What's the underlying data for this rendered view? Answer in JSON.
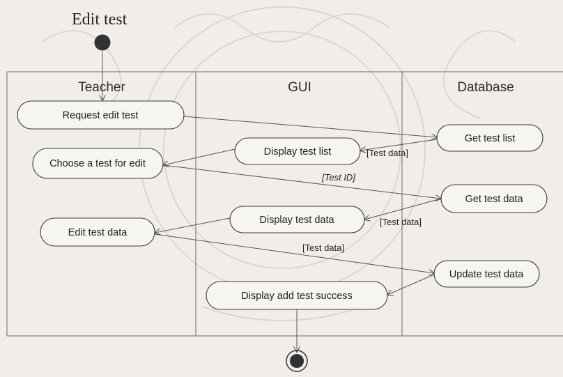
{
  "diagram": {
    "title": "Edit test",
    "lanes": {
      "teacher": "Teacher",
      "gui": "GUI",
      "database": "Database"
    },
    "nodes": {
      "request_edit_test": "Request edit test",
      "choose_test": "Choose a test for edit",
      "edit_test_data": "Edit test data",
      "display_test_list": "Display test list",
      "display_test_data": "Display test data",
      "display_add_success": "Display add test success",
      "get_test_list": "Get test list",
      "get_test_data": "Get test data",
      "update_test_data": "Update test data"
    },
    "guards": {
      "test_data_1": "[Test data]",
      "test_id": "[Test ID]",
      "test_data_2": "[Test data]",
      "test_data_3": "[Test data]"
    }
  }
}
